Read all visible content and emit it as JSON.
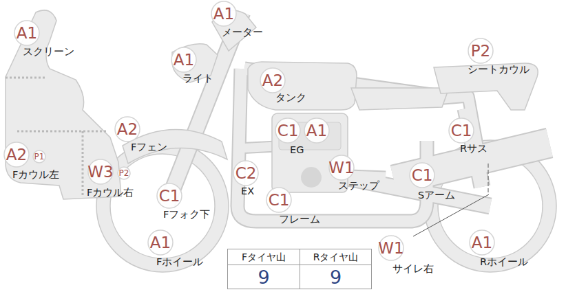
{
  "diagram": {
    "nodes": [
      {
        "text": [
          "A1",
          "スクリーン"
        ]
      },
      {
        "text": [
          "A1",
          "メーター"
        ]
      },
      {
        "text": [
          "A1",
          "ライト"
        ]
      },
      {
        "text": [
          "A2",
          "タンク"
        ]
      },
      {
        "text": [
          "P2",
          "シートカウル"
        ]
      },
      {
        "text": [
          "A2",
          "Fフェン"
        ]
      },
      {
        "text": [
          "C1",
          "EG"
        ]
      },
      {
        "text": [
          "A1"
        ]
      },
      {
        "text": [
          "C1",
          "Rサス"
        ]
      },
      {
        "text": [
          "A2",
          "Fカウル左"
        ]
      },
      {
        "text": [
          "P1"
        ]
      },
      {
        "text": [
          "W3",
          "Fカウル右"
        ]
      },
      {
        "text": [
          "P2"
        ]
      },
      {
        "text": [
          "C2",
          "EX"
        ]
      },
      {
        "text": [
          "W1",
          "ステップ"
        ]
      },
      {
        "text": [
          "C1",
          "Sアーム"
        ]
      },
      {
        "text": [
          "C1",
          "Fフォク下"
        ]
      },
      {
        "text": [
          "C1",
          "フレーム"
        ]
      },
      {
        "text": [
          "W1",
          "サイレ右"
        ]
      },
      {
        "text": [
          "A1",
          "Fホイール"
        ]
      },
      {
        "text": [
          "A1",
          "Rホイール"
        ]
      }
    ],
    "labels": [
      "Fタイヤ山",
      "Rタイヤ山",
      "9",
      "9"
    ]
  }
}
